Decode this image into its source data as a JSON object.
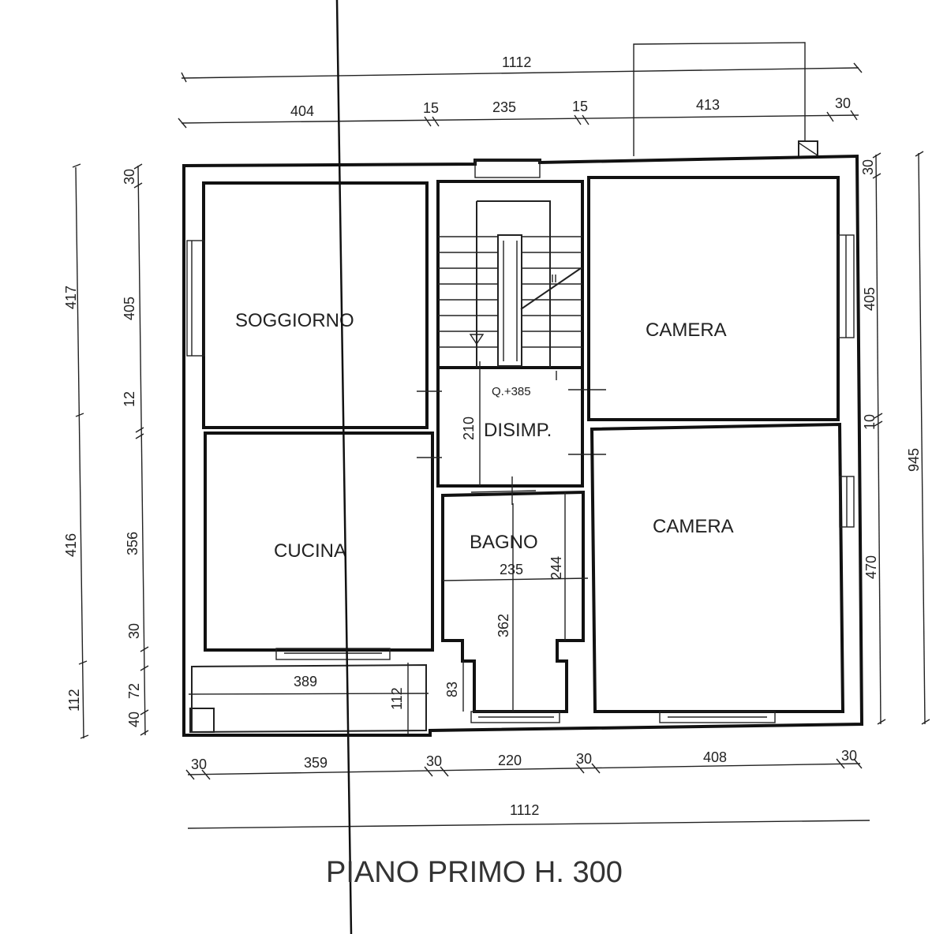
{
  "title": "PIANO PRIMO H. 300",
  "rooms": {
    "soggiorno": "SOGGIORNO",
    "camera_top": "CAMERA",
    "camera_bottom": "CAMERA",
    "cucina": "CUCINA",
    "bagno": "BAGNO",
    "disimp": "DISIMP.",
    "quota": "Q.+385"
  },
  "dimensions": {
    "top_total": "1112",
    "top": [
      "404",
      "15",
      "235",
      "15",
      "413",
      "30"
    ],
    "bottom": [
      "30",
      "359",
      "30",
      "220",
      "30",
      "408",
      "30"
    ],
    "bottom_total": "1112",
    "left_outer": [
      "417",
      "416",
      "112"
    ],
    "left_inner": [
      "30",
      "405",
      "12",
      "356",
      "30",
      "72",
      "40"
    ],
    "right_inner": [
      "30",
      "405",
      "10",
      "470"
    ],
    "right_total": "945",
    "interior": {
      "disimp_h": "210",
      "bagno_w": "235",
      "bagno_h": "244",
      "bagno_depth": "362",
      "small_h": "83",
      "balcony_w": "389",
      "balcony_h": "112"
    }
  }
}
